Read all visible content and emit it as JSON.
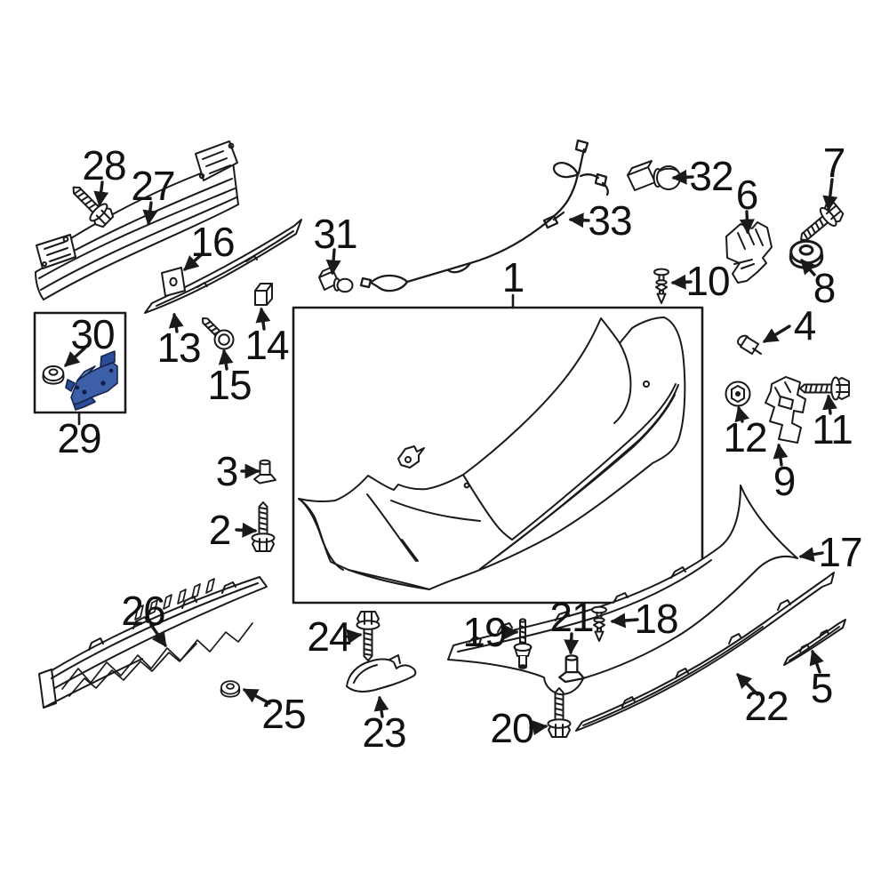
{
  "diagram": {
    "title": "Rear bumper exploded parts diagram",
    "highlight_color": "#3d5fa8",
    "line_color": "#1a1a1a",
    "highlighted_callout": "29",
    "callouts": [
      {
        "num": "1",
        "part": "bumper-cover"
      },
      {
        "num": "2",
        "part": "bolt"
      },
      {
        "num": "3",
        "part": "stud-clip"
      },
      {
        "num": "4",
        "part": "clip-nut"
      },
      {
        "num": "5",
        "part": "lower-molding"
      },
      {
        "num": "6",
        "part": "side-bracket"
      },
      {
        "num": "7",
        "part": "bolt"
      },
      {
        "num": "8",
        "part": "flange-nut"
      },
      {
        "num": "9",
        "part": "side-bracket"
      },
      {
        "num": "10",
        "part": "push-pin"
      },
      {
        "num": "11",
        "part": "bolt"
      },
      {
        "num": "12",
        "part": "push-nut"
      },
      {
        "num": "13",
        "part": "upper-rail"
      },
      {
        "num": "14",
        "part": "square-nut"
      },
      {
        "num": "15",
        "part": "screw"
      },
      {
        "num": "16",
        "part": "shim-plate"
      },
      {
        "num": "17",
        "part": "lower-valance"
      },
      {
        "num": "18",
        "part": "push-pin"
      },
      {
        "num": "19",
        "part": "stud"
      },
      {
        "num": "20",
        "part": "bolt"
      },
      {
        "num": "21",
        "part": "stud-clip"
      },
      {
        "num": "22",
        "part": "lower-trim"
      },
      {
        "num": "23",
        "part": "corner-trim"
      },
      {
        "num": "24",
        "part": "bolt"
      },
      {
        "num": "25",
        "part": "flange-nut"
      },
      {
        "num": "26",
        "part": "energy-absorber"
      },
      {
        "num": "27",
        "part": "impact-bar"
      },
      {
        "num": "28",
        "part": "bolt"
      },
      {
        "num": "29",
        "part": "mount-bracket-highlighted"
      },
      {
        "num": "30",
        "part": "flange-nut"
      },
      {
        "num": "31",
        "part": "sensor"
      },
      {
        "num": "32",
        "part": "sensor"
      },
      {
        "num": "33",
        "part": "wire-harness"
      }
    ]
  }
}
